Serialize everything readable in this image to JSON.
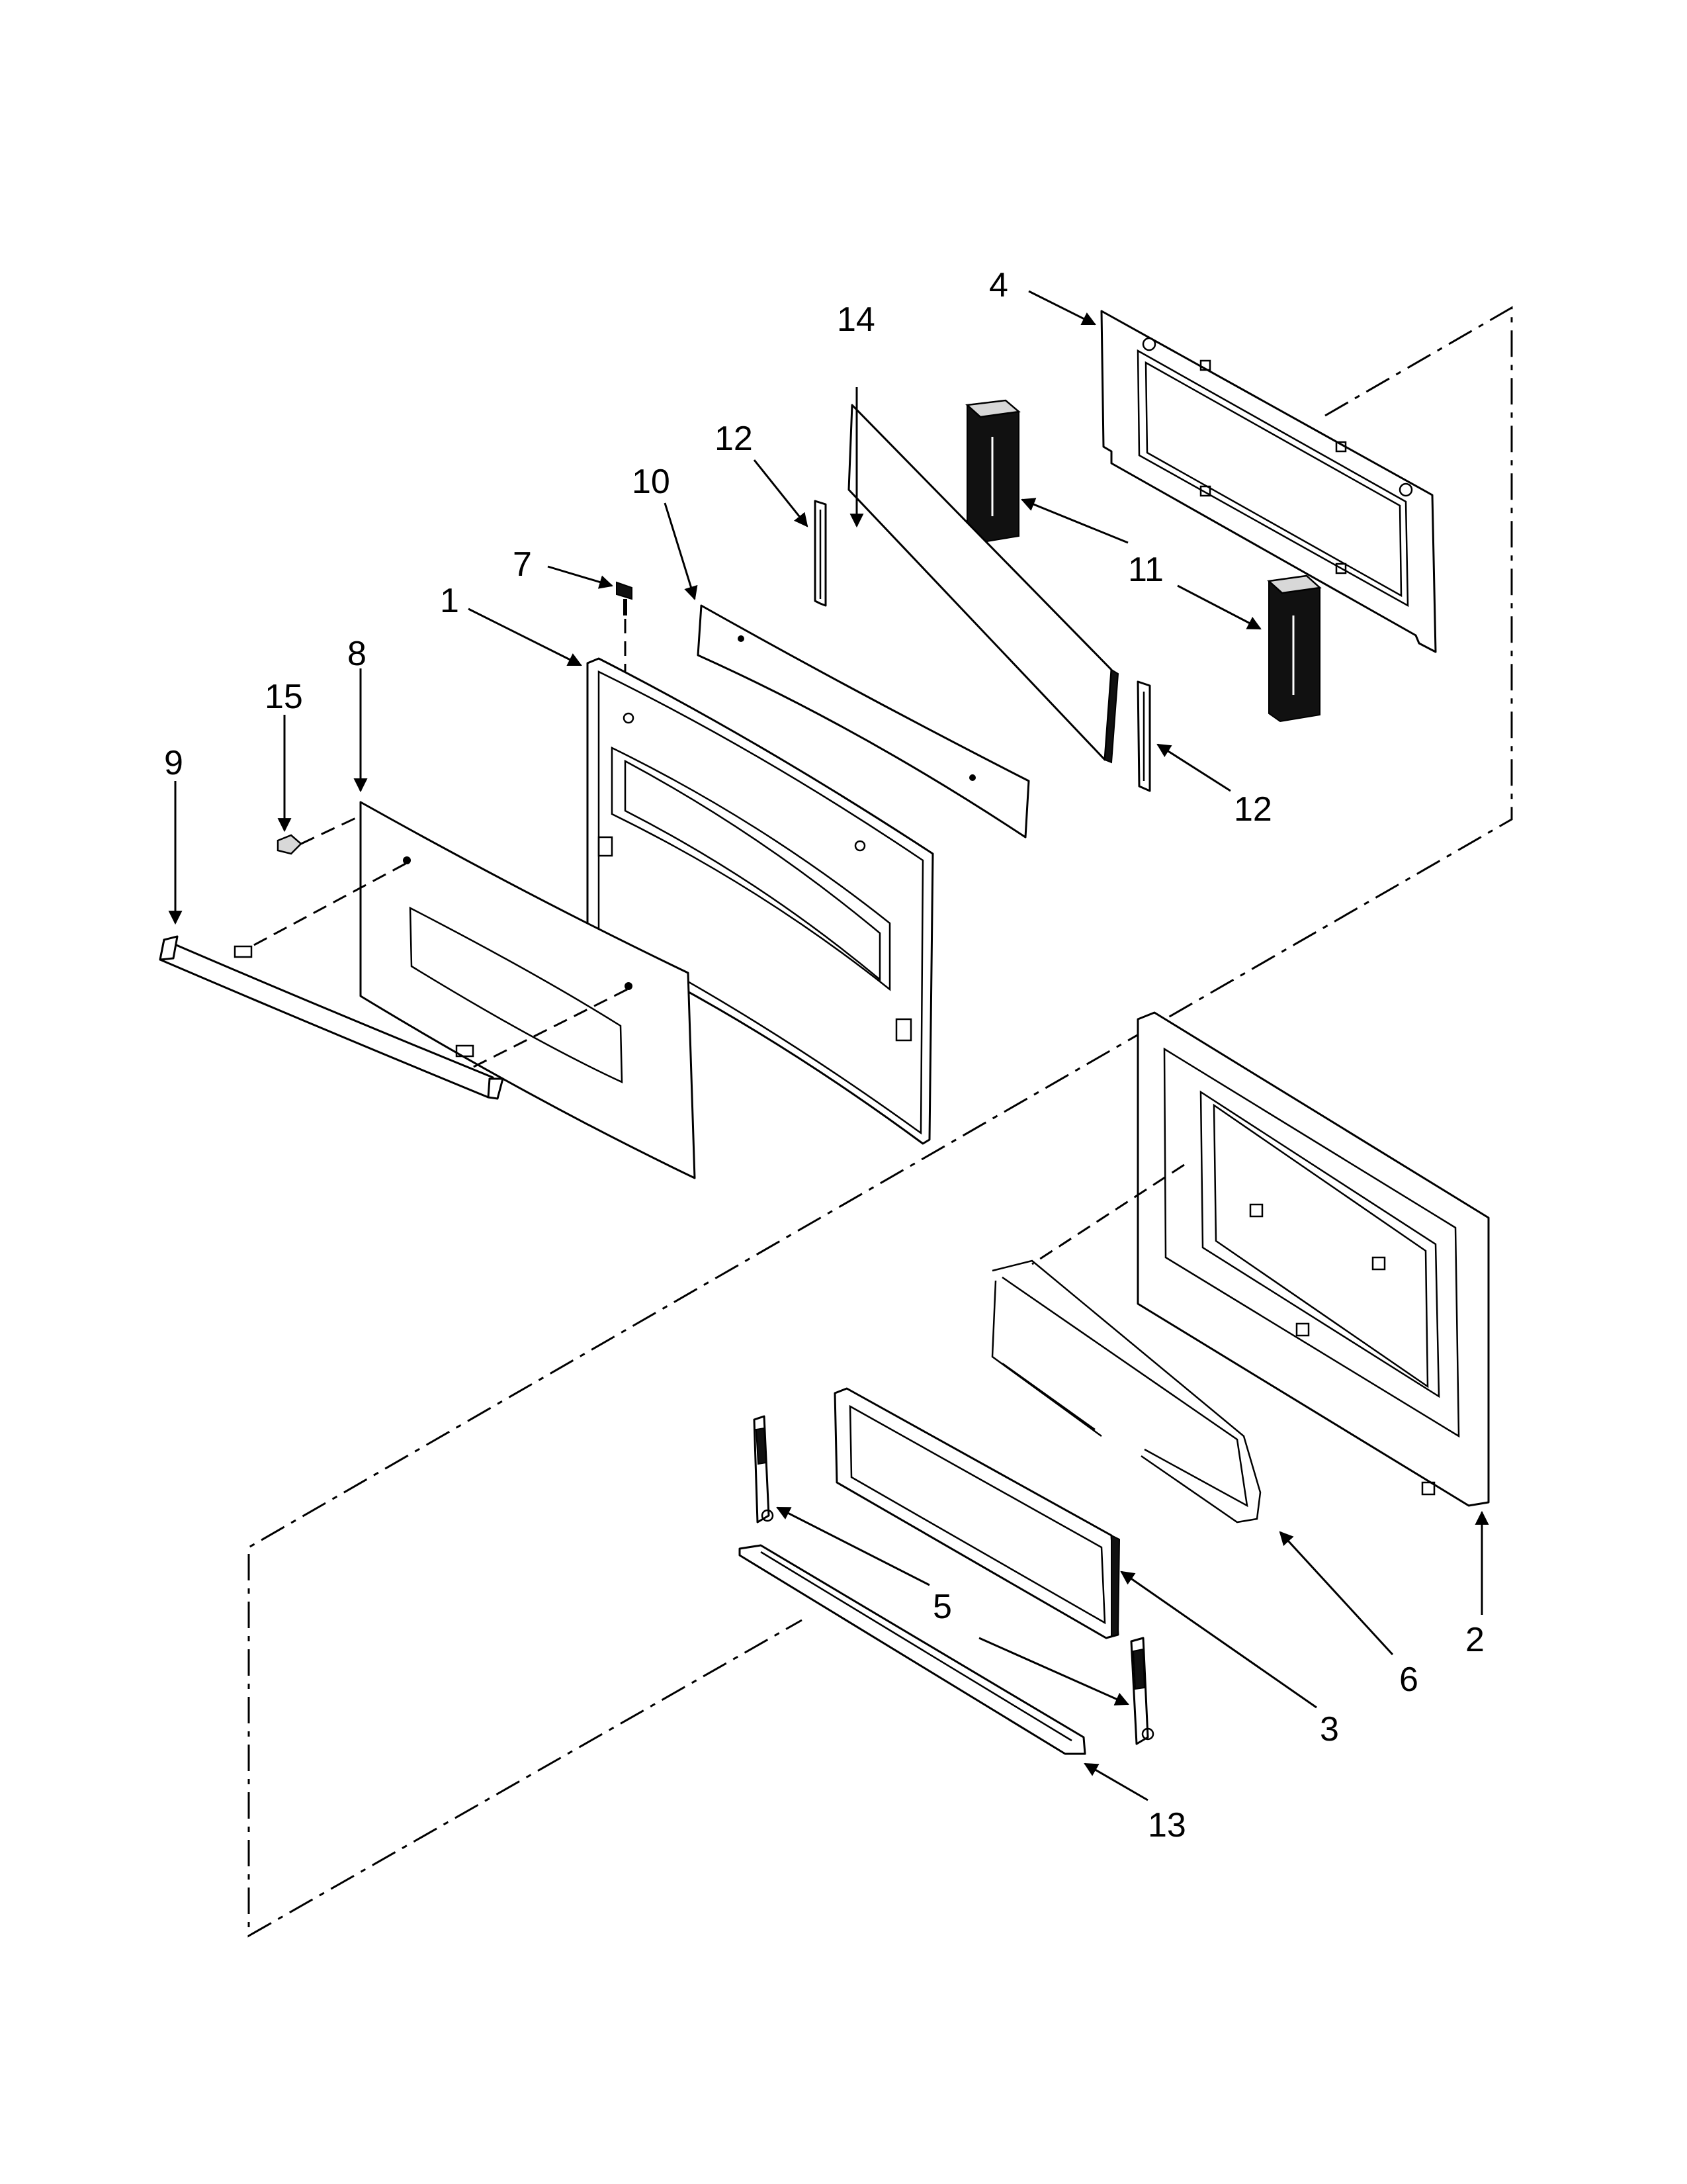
{
  "diagram": {
    "callouts": [
      {
        "id": "c1",
        "label": "1"
      },
      {
        "id": "c2",
        "label": "2"
      },
      {
        "id": "c3",
        "label": "3"
      },
      {
        "id": "c4",
        "label": "4"
      },
      {
        "id": "c5",
        "label": "5"
      },
      {
        "id": "c6",
        "label": "6"
      },
      {
        "id": "c7",
        "label": "7"
      },
      {
        "id": "c8",
        "label": "8"
      },
      {
        "id": "c9",
        "label": "9"
      },
      {
        "id": "c10",
        "label": "10"
      },
      {
        "id": "c11",
        "label": "11"
      },
      {
        "id": "c12a",
        "label": "12"
      },
      {
        "id": "c12b",
        "label": "12"
      },
      {
        "id": "c13",
        "label": "13"
      },
      {
        "id": "c14",
        "label": "14"
      },
      {
        "id": "c15",
        "label": "15"
      }
    ]
  },
  "colors": {
    "line": "#000000",
    "background": "#ffffff",
    "fill_dark": "#111111",
    "fill_grey": "#d8d8d8"
  }
}
